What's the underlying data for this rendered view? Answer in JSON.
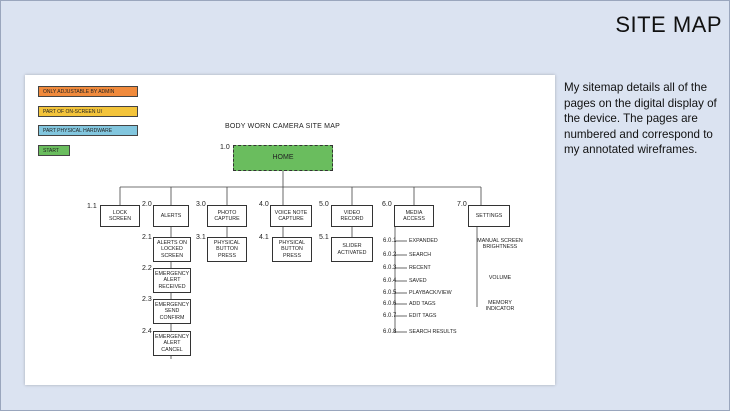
{
  "slide": {
    "title": "SITE MAP",
    "description": "My sitemap details all of the pages on the digital display of the device. The pages are numbered and correspond to my annotated wireframes."
  },
  "diagram": {
    "title": "BODY WORN CAMERA SITE MAP",
    "legend": [
      {
        "label": "ONLY ADJUSTABLE BY ADMIN",
        "color": "#f08a3c"
      },
      {
        "label": "PART OF ON-SCREEN UI",
        "color": "#f3c43b"
      },
      {
        "label": "PART PHYSICAL HARDWARE",
        "color": "#82c6de"
      },
      {
        "label": "START",
        "color": "#6abd5e"
      }
    ],
    "home": {
      "num": "1.0",
      "label": "HOME"
    },
    "sections": [
      {
        "num": "1.1",
        "label": "LOCK SCREEN"
      },
      {
        "num": "2.0",
        "label": "ALERTS"
      },
      {
        "num": "3.0",
        "label": "PHOTO CAPTURE"
      },
      {
        "num": "4.0",
        "label": "VOICE NOTE CAPTURE"
      },
      {
        "num": "5.0",
        "label": "VIDEO RECORD"
      },
      {
        "num": "6.0",
        "label": "MEDIA ACCESS"
      },
      {
        "num": "7.0",
        "label": "SETTINGS"
      }
    ],
    "alerts_children": [
      {
        "num": "2.1",
        "label": "ALERTS ON LOCKED SCREEN"
      },
      {
        "num": "2.2",
        "label": "EMERGENCY ALERT RECEIVED"
      },
      {
        "num": "2.3",
        "label": "EMERGENCY SEND CONFIRM"
      },
      {
        "num": "2.4",
        "label": "EMERGENCY ALERT CANCEL"
      }
    ],
    "photo_child": {
      "num": "3.1",
      "label": "PHYSICAL BUTTON PRESS"
    },
    "voice_child": {
      "num": "4.1",
      "label": "PHYSICAL BUTTON PRESS"
    },
    "video_child": {
      "num": "5.1",
      "label": "SLIDER ACTIVATED"
    },
    "media_children": [
      {
        "num": "6.0.1",
        "label": "EXPANDED"
      },
      {
        "num": "6.0.2",
        "label": "SEARCH"
      },
      {
        "num": "6.0.3",
        "label": "RECENT"
      },
      {
        "num": "6.0.4",
        "label": "SAVED"
      },
      {
        "num": "6.0.5",
        "label": "PLAYBACK/VIEW"
      },
      {
        "num": "6.0.6",
        "label": "ADD TAGS"
      },
      {
        "num": "6.0.7",
        "label": "EDIT TAGS"
      },
      {
        "num": "6.0.8",
        "label": "SEARCH RESULTS"
      }
    ],
    "settings_children": [
      {
        "label": "MANUAL SCREEN BRIGHTNESS"
      },
      {
        "label": "VOLUME"
      },
      {
        "label": "MEMORY INDICATOR"
      }
    ]
  }
}
